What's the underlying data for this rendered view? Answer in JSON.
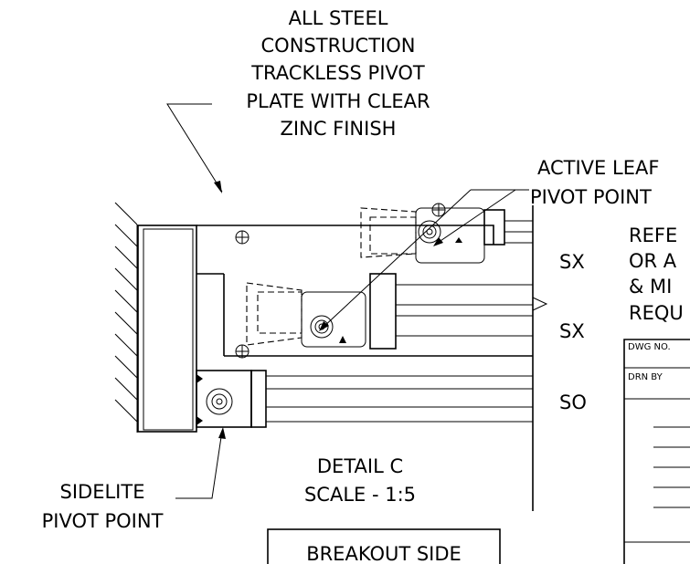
{
  "callouts": {
    "steel_plate": [
      "ALL STEEL",
      "CONSTRUCTION",
      "TRACKLESS PIVOT",
      "PLATE WITH CLEAR",
      "ZINC FINISH"
    ],
    "active_leaf": [
      "ACTIVE LEAF",
      "PIVOT POINT"
    ],
    "sidelite": [
      "SIDELITE",
      "PIVOT POINT"
    ]
  },
  "door_labels": [
    "SX",
    "SX",
    "SO"
  ],
  "detail": {
    "title": "DETAIL C",
    "scale": "SCALE - 1:5"
  },
  "breakout_box": "BREAKOUT SIDE",
  "reference_note": [
    "REFE",
    "OR A",
    "& MI",
    "REQU"
  ],
  "title_block": {
    "dwg_no_label": "DWG NO.",
    "drn_by_label": "DRN BY"
  }
}
